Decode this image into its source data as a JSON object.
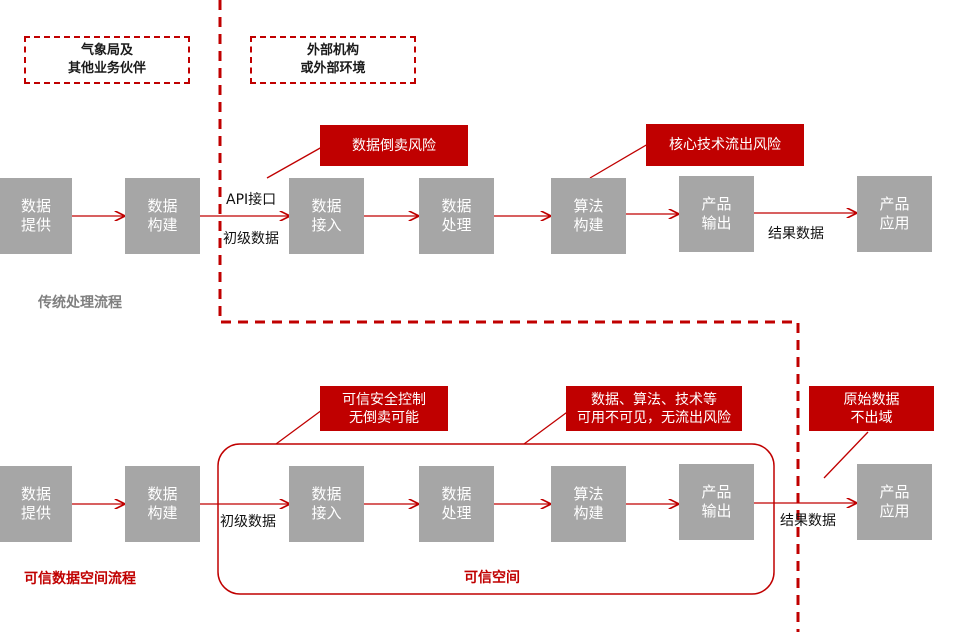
{
  "zones": {
    "partner": [
      "气象局及",
      "其他业务伙伴"
    ],
    "external": [
      "外部机构",
      "或外部环境"
    ]
  },
  "traditional": {
    "title": "传统处理流程",
    "boxes": {
      "provide": [
        "数据",
        "提供"
      ],
      "build": [
        "数据",
        "构建"
      ],
      "ingest": [
        "数据",
        "接入"
      ],
      "process": [
        "数据",
        "处理"
      ],
      "algo": [
        "算法",
        "构建"
      ],
      "output": [
        "产品",
        "输出"
      ],
      "app": [
        "产品",
        "应用"
      ]
    },
    "labels": {
      "api": "API接口",
      "raw": "初级数据",
      "result": "结果数据"
    },
    "risks": {
      "resale": "数据倒卖风险",
      "leak": "核心技术流出风险"
    }
  },
  "trusted": {
    "title": "可信数据空间流程",
    "space_label": "可信空间",
    "boxes": {
      "provide": [
        "数据",
        "提供"
      ],
      "build": [
        "数据",
        "构建"
      ],
      "ingest": [
        "数据",
        "接入"
      ],
      "process": [
        "数据",
        "处理"
      ],
      "algo": [
        "算法",
        "构建"
      ],
      "output": [
        "产品",
        "输出"
      ],
      "app": [
        "产品",
        "应用"
      ]
    },
    "labels": {
      "raw": "初级数据",
      "result": "结果数据"
    },
    "callouts": {
      "control": [
        "可信安全控制",
        "无倒卖可能"
      ],
      "invisible": [
        "数据、算法、技术等",
        "可用不可见，无流出风险"
      ],
      "domain": [
        "原始数据",
        "不出域"
      ]
    }
  },
  "colors": {
    "accent": "#c00000",
    "box": "#a6a6a6",
    "muted_title": "#7f7f7f"
  }
}
